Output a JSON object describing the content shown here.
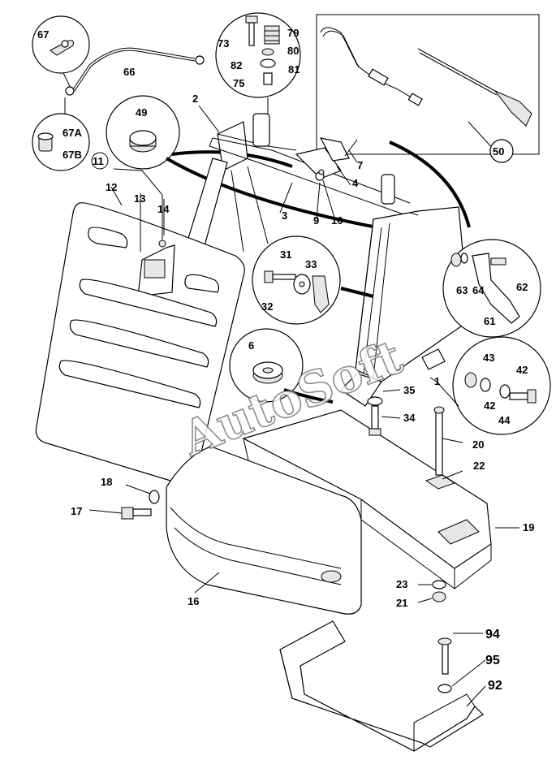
{
  "watermark": "AutoSoft",
  "labels": {
    "p1": "1",
    "p2": "2",
    "p3": "3",
    "p4": "4",
    "p6": "6",
    "p7": "7",
    "p9": "9",
    "p10": "10",
    "p11": "11",
    "p12": "12",
    "p13": "13",
    "p14": "14",
    "p16": "16",
    "p17": "17",
    "p18": "18",
    "p19": "19",
    "p20": "20",
    "p21": "21",
    "p22": "22",
    "p23": "23",
    "p31": "31",
    "p32": "32",
    "p33": "33",
    "p34": "34",
    "p35": "35",
    "p42a": "42",
    "p42b": "42",
    "p43": "43",
    "p44": "44",
    "p49": "49",
    "p50": "50",
    "p61": "61",
    "p62": "62",
    "p63": "63",
    "p64": "64",
    "p66": "66",
    "p67": "67",
    "p67a": "67A",
    "p67b": "67B",
    "p73": "73",
    "p75": "75",
    "p79": "79",
    "p80": "80",
    "p81": "81",
    "p82": "82",
    "p92": "92",
    "p94": "94",
    "p95": "95"
  }
}
